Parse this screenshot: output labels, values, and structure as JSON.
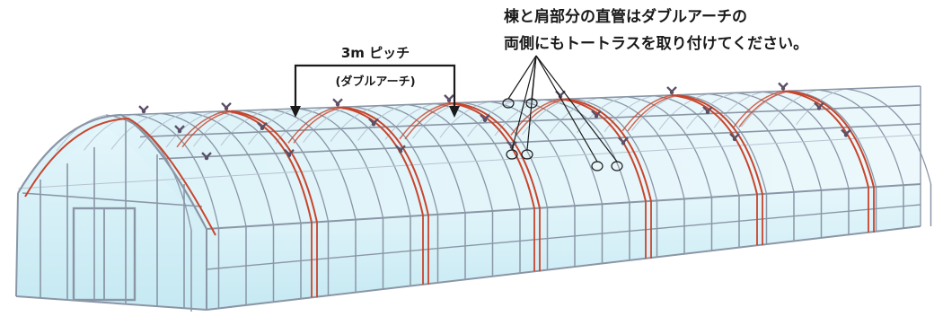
{
  "annotations": {
    "pitch_label": "3m ピッチ",
    "pitch_sublabel": "(ダブルアーチ)",
    "note_line1": "棟と肩部分の直管はダブルアーチの",
    "note_line2": "両側にもトートラスを取り付けてください。"
  },
  "colors": {
    "frame": "#8a96a6",
    "frame_light": "#b7c3d1",
    "double_arch": "#c8452c",
    "glass": "#cfeef6",
    "clamp": "#5a5068",
    "text": "#1a1a1a"
  }
}
